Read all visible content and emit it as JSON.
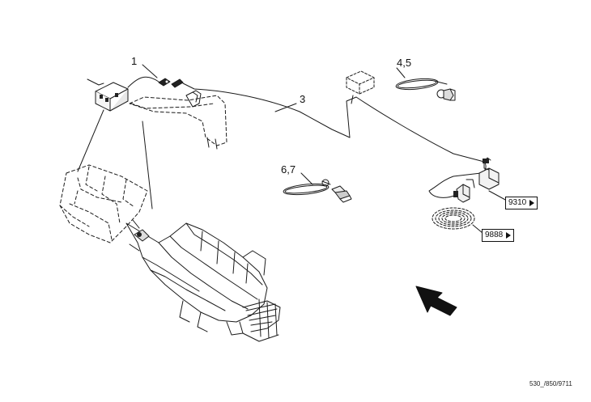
{
  "callouts": {
    "c1": "1",
    "c3": "3",
    "c45": "4,5",
    "c67": "6,7"
  },
  "refs": {
    "r9310": "9310",
    "r9888": "9888"
  },
  "doc_ref": "530_/850/9711"
}
